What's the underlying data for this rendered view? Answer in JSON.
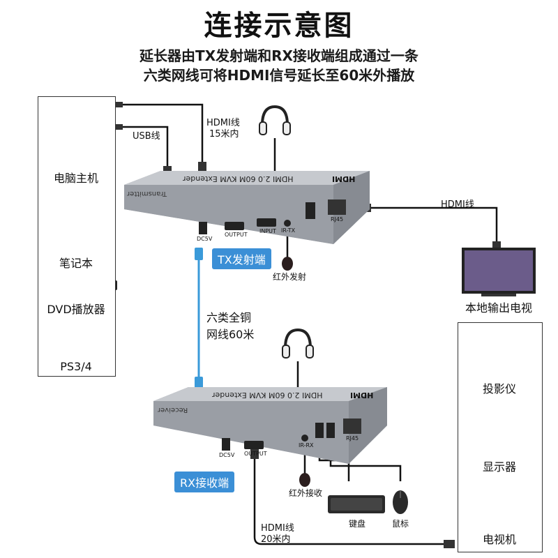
{
  "header": {
    "title": "连接示意图",
    "line1": "延长器由TX发射端和RX接收端组成通过一条",
    "line2": "六类网线可将HDMI信号延长至60米外播放"
  },
  "sources": {
    "pc": "电脑主机",
    "laptop": "笔记本",
    "dvd": "DVD播放器",
    "ps": "PS3/4"
  },
  "cables": {
    "usb": "USB线",
    "hdmi_tx_in_1": "HDMI线",
    "hdmi_tx_in_2": "15米内",
    "hdmi_local": "HDMI线",
    "network_1": "六类全铜",
    "network_2": "网线60米",
    "hdmi_rx_out_1": "HDMI线",
    "hdmi_rx_out_2": "20米内"
  },
  "tx": {
    "badge": "TX发射端",
    "top_text": "HDMI 2.0 60M KVM Extender",
    "side_text": "Transmitter",
    "logo": "HDMI",
    "ports": [
      "DC5V",
      "OUTPUT",
      "INPUT",
      "IR-TX",
      "RJ45"
    ],
    "ir_label": "红外发射"
  },
  "rx": {
    "badge": "RX接收端",
    "top_text": "HDMI 2.0 60M KVM Extender",
    "side_text": "Receiver",
    "logo": "HDMI",
    "ports": [
      "DC5V",
      "OUTPUT",
      "IR-RX",
      "RJ45"
    ],
    "ir_label": "红外接收",
    "keyboard": "键盘",
    "mouse": "鼠标"
  },
  "displays": {
    "local_tv": "本地输出电视",
    "projector": "投影仪",
    "monitor": "显示器",
    "tv": "电视机"
  },
  "colors": {
    "accent": "#3b8fd6",
    "device_body": "#a9adb3",
    "network_cable": "#3a9ad9"
  }
}
